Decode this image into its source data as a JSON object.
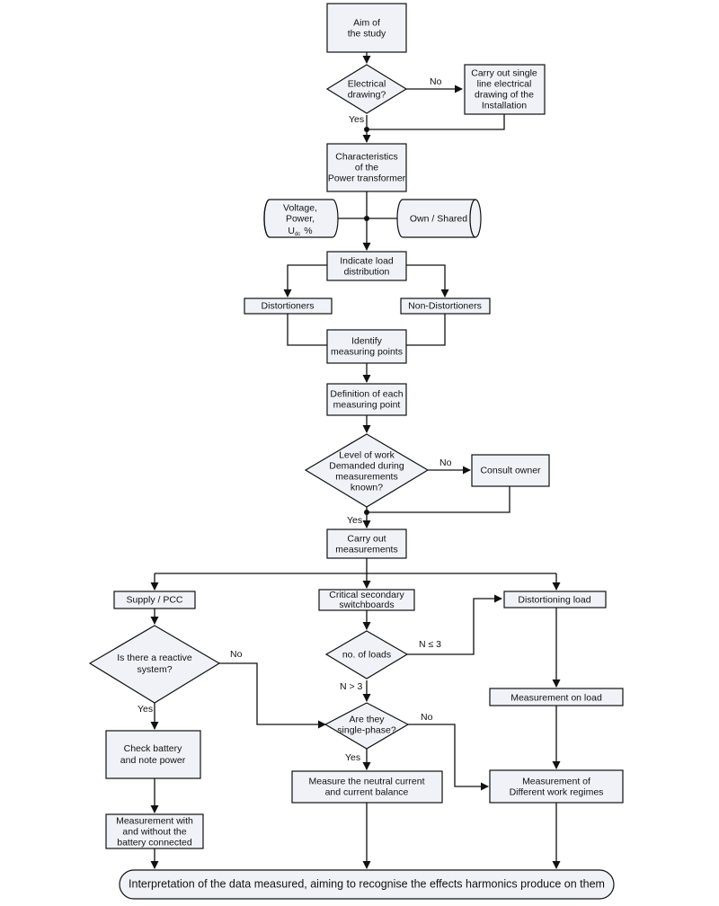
{
  "nodes": {
    "aim": [
      "Aim of",
      "the study"
    ],
    "electrical_drawing": [
      "Electrical",
      "drawing?"
    ],
    "single_line": [
      "Carry out single",
      "line electrical",
      "drawing of the",
      "Installation"
    ],
    "characteristics": [
      "Characteristics",
      "of the",
      "Power transformer"
    ],
    "voltage_power": [
      "Voltage,",
      "Power,"
    ],
    "udc_main": "U",
    "udc_sub": "dc",
    "udc_unit": "%",
    "own_shared": [
      "Own / Shared"
    ],
    "load_distribution": [
      "Indicate load",
      "distribution"
    ],
    "distortioners": [
      "Distortioners"
    ],
    "non_distortioners": [
      "Non-Distortioners"
    ],
    "identify_points": [
      "Identify",
      "measuring points"
    ],
    "definition_points": [
      "Definition of each",
      "measuring point"
    ],
    "level_of_work": [
      "Level of work",
      "Demanded during",
      "measurements",
      "known?"
    ],
    "consult_owner": [
      "Consult owner"
    ],
    "carry_out_measurements": [
      "Carry out",
      "measurements"
    ],
    "supply_pcc": [
      "Supply / PCC"
    ],
    "critical_switchboards": [
      "Critical secondary",
      "switchboards"
    ],
    "distortioning_load": [
      "Distortioning load"
    ],
    "reactive_system": [
      "Is there a reactive",
      "system?"
    ],
    "no_of_loads": [
      "no. of loads"
    ],
    "single_phase": [
      "Are they",
      "single-phase?"
    ],
    "measurement_on_load": [
      "Measurement on load"
    ],
    "check_battery": [
      "Check battery",
      "and note power"
    ],
    "measure_neutral": [
      "Measure the neutral current",
      "and current balance"
    ],
    "different_regimes": [
      "Measurement of",
      "Different work regimes"
    ],
    "battery_measurement": [
      "Measurement with",
      "and without the",
      "battery connected"
    ],
    "interpretation": [
      "Interpretation of the data measured, aiming to recognise the effects harmonics produce on them"
    ]
  },
  "edges": {
    "no": "No",
    "yes": "Yes",
    "n_le_3": "N ≤ 3",
    "n_gt_3": "N > 3"
  }
}
